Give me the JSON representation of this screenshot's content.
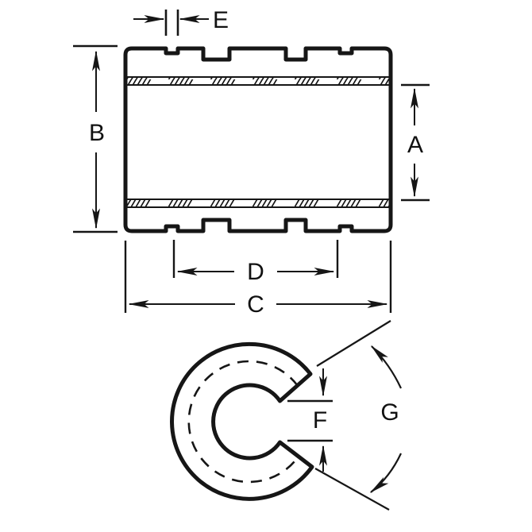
{
  "colors": {
    "line": "#161616",
    "background": "#ffffff"
  },
  "drawing": {
    "type": "dimensioned technical drawing of an open linear bearing",
    "side_view": {
      "labels": {
        "E": "E",
        "B": "B",
        "A": "A",
        "D": "D",
        "C": "C"
      }
    },
    "front_view": {
      "labels": {
        "F": "F",
        "G": "G"
      }
    }
  }
}
